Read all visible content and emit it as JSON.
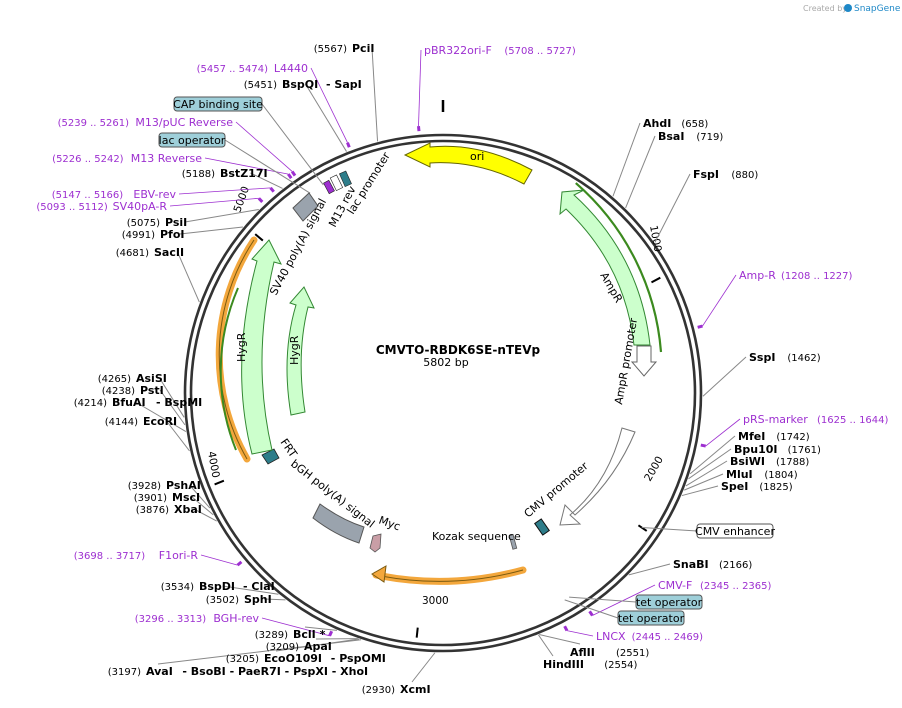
{
  "credit": "Created by",
  "credit_brand": "SnapGene",
  "plasmid": {
    "name": "CMVTO-RBDK6SE-nTEVp",
    "size_label": "5802 bp",
    "length": 5802
  },
  "ticks": [
    "1000",
    "2000",
    "3000",
    "4000",
    "5000"
  ],
  "colors": {
    "primer": "#9d2fd0",
    "enzyme": "#000000",
    "backbone": "#333333"
  },
  "enzymes": [
    {
      "name": "PciI",
      "pos": "(5567)"
    },
    {
      "name": "BspQI",
      "pos": "(5451)",
      "extra": "- SapI"
    },
    {
      "name": "BstZ17I",
      "pos": "(5188)"
    },
    {
      "name": "PsiI",
      "pos": "(5075)"
    },
    {
      "name": "PfoI",
      "pos": "(4991)"
    },
    {
      "name": "SacII",
      "pos": "(4681)"
    },
    {
      "name": "AsiSI",
      "pos": "(4265)"
    },
    {
      "name": "PstI",
      "pos": "(4238)"
    },
    {
      "name": "BfuAI",
      "pos": "(4214)",
      "extra": "- BspMI"
    },
    {
      "name": "EcoRI",
      "pos": "(4144)"
    },
    {
      "name": "PshAI",
      "pos": "(3928)"
    },
    {
      "name": "MscI",
      "pos": "(3901)"
    },
    {
      "name": "XbaI",
      "pos": "(3876)"
    },
    {
      "name": "BspDI",
      "pos": "(3534)",
      "extra": "- ClaI"
    },
    {
      "name": "SphI",
      "pos": "(3502)"
    },
    {
      "name": "BclI *",
      "pos": "(3289)"
    },
    {
      "name": "ApaI",
      "pos": "(3209)"
    },
    {
      "name": "EcoO109I",
      "pos": "(3205)",
      "extra": "- PspOMI"
    },
    {
      "name": "AvaI",
      "pos": "(3197)",
      "extra": "- BsoBI   - PaeR7I   - PspXI   - XhoI"
    },
    {
      "name": "XcmI",
      "pos": "(2930)"
    },
    {
      "name": "AflII",
      "pos": "(2551)"
    },
    {
      "name": "HindIII",
      "pos": "(2554)"
    },
    {
      "name": "SnaBI",
      "pos": "(2166)"
    },
    {
      "name": "SpeI",
      "pos": "(1825)"
    },
    {
      "name": "MluI",
      "pos": "(1804)"
    },
    {
      "name": "BsiWI",
      "pos": "(1788)"
    },
    {
      "name": "Bpu10I",
      "pos": "(1761)"
    },
    {
      "name": "MfeI",
      "pos": "(1742)"
    },
    {
      "name": "SspI",
      "pos": "(1462)"
    },
    {
      "name": "FspI",
      "pos": "(880)"
    },
    {
      "name": "BsaI",
      "pos": "(719)"
    },
    {
      "name": "AhdI",
      "pos": "(658)"
    }
  ],
  "primers": [
    {
      "name": "pBR322ori-F",
      "range": "(5708 .. 5727)"
    },
    {
      "name": "L4440",
      "range": "(5457 .. 5474)"
    },
    {
      "name": "M13/pUC Reverse",
      "range": "(5239 .. 5261)"
    },
    {
      "name": "M13 Reverse",
      "range": "(5226 .. 5242)"
    },
    {
      "name": "EBV-rev",
      "range": "(5147 .. 5166)"
    },
    {
      "name": "SV40pA-R",
      "range": "(5093 .. 5112)"
    },
    {
      "name": "Amp-R",
      "range": "(1208 .. 1227)"
    },
    {
      "name": "pRS-marker",
      "range": "(1625 .. 1644)"
    },
    {
      "name": "CMV-F",
      "range": "(2345 .. 2365)"
    },
    {
      "name": "LNCX",
      "range": "(2445 .. 2469)"
    },
    {
      "name": "BGH-rev",
      "range": "(3296 .. 3313)"
    },
    {
      "name": "F1ori-R",
      "range": "(3698 .. 3717)"
    }
  ],
  "boxed_features": [
    {
      "label": "CAP binding site",
      "fill": "#9ecfd9"
    },
    {
      "label": "lac operator",
      "fill": "#9ecfd9"
    },
    {
      "label": "CMV enhancer",
      "fill": "#ffffff"
    },
    {
      "label": "tet operator",
      "fill": "#9ecfd9"
    },
    {
      "label": "tet operator",
      "fill": "#9ecfd9"
    }
  ],
  "feature_labels": {
    "ori": "ori",
    "ampr": "AmpR",
    "ampr_promoter": "AmpR promoter",
    "cmv_promoter": "CMV promoter",
    "kozak": "Kozak sequence",
    "myc": "Myc",
    "bgh": "bGH poly(A) signal",
    "frt": "FRT",
    "hygr": "HygR",
    "sv40": "SV40 poly(A) signal",
    "m13rev": "M13 rev",
    "lacpro": "lac promoter",
    "lacop": "lac operator"
  },
  "feature_colors": {
    "ori": "#ffff00",
    "ampr": "#ccffcc",
    "ampr_stroke": "#339933",
    "promoter": "#ffffff",
    "polyA": "#9aa3ad",
    "myc": "#c99ea6",
    "cmv_small": "#2e7d8a",
    "orf_highlight": "#f3a73c"
  }
}
